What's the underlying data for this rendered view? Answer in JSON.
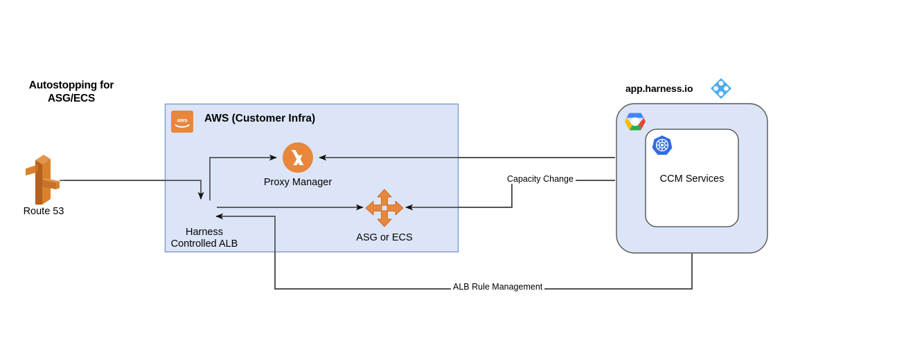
{
  "diagram": {
    "title_line1": "Autostopping for",
    "title_line2": "ASG/ECS",
    "background_color": "#ffffff",
    "aws_group": {
      "title": "AWS (Customer Infra)",
      "fill_color": "#dce5f7",
      "border_color": "#7d9ac9",
      "badge_icon": "aws-logo-icon",
      "badge_color": "#e8863c"
    },
    "harness_group": {
      "title": "app.harness.io",
      "logo_icon": "harness-logo-icon",
      "logo_color": "#4dacef",
      "fill_color": "#dbe5f7",
      "border_color": "#555555",
      "cloud_icon": "google-cloud-icon",
      "inner": {
        "label": "CCM Services",
        "icon": "kubernetes-icon",
        "icon_color": "#326ce5",
        "fill_color": "#ffffff",
        "border_color": "#444444"
      }
    },
    "nodes": [
      {
        "id": "route53",
        "label": "Route 53",
        "icon": "route53-icon",
        "color": "#d9822b"
      },
      {
        "id": "alb",
        "label_line1": "Harness",
        "label_line2": "Controlled ALB",
        "icon": "load-balancer-icon",
        "color": "#e8863c"
      },
      {
        "id": "proxy-manager",
        "label": "Proxy Manager",
        "icon": "lambda-icon",
        "color": "#e8863c"
      },
      {
        "id": "asg-ecs",
        "label": "ASG or ECS",
        "icon": "auto-scaling-icon",
        "color": "#e8863c"
      }
    ],
    "edges": [
      {
        "id": "route53-to-aws",
        "label": ""
      },
      {
        "id": "alb-to-proxy-manager",
        "label": ""
      },
      {
        "id": "ccm-to-proxy-manager",
        "label": ""
      },
      {
        "id": "alb-to-asg",
        "label": ""
      },
      {
        "id": "ccm-to-asg",
        "label": "Capacity Change"
      },
      {
        "id": "ccm-to-alb",
        "label": "ALB Rule Management"
      }
    ],
    "line_color": "#4d4d4d"
  }
}
